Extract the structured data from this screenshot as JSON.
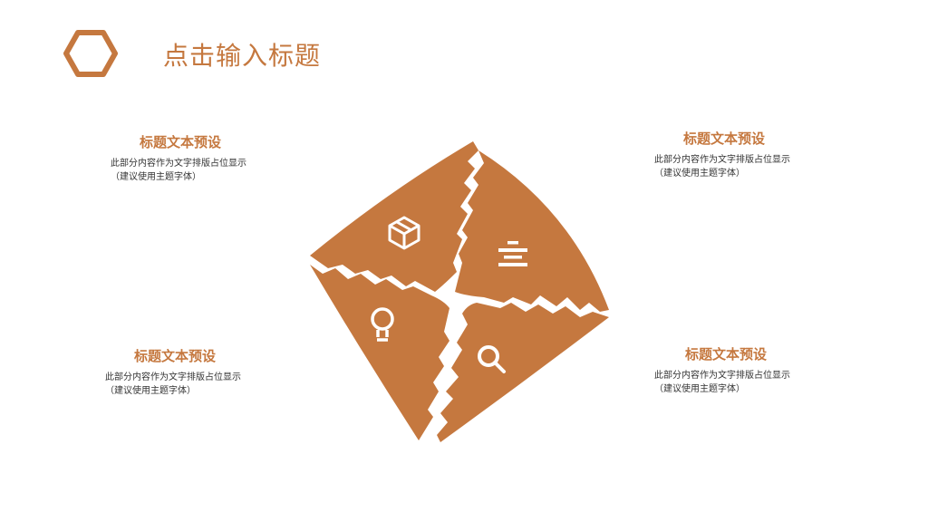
{
  "header": {
    "title": "点击输入标题",
    "accent_color": "#c5783f"
  },
  "blocks": [
    {
      "title": "标题文本预设",
      "line1": "此部分内容作为文字排版占位显示",
      "line2": "（建议使用主题字体）"
    },
    {
      "title": "标题文本预设",
      "line1": "此部分内容作为文字排版占位显示",
      "line2": "（建议使用主题字体）"
    },
    {
      "title": "标题文本预设",
      "line1": "此部分内容作为文字排版占位显示",
      "line2": "（建议使用主题字体）"
    },
    {
      "title": "标题文本预设",
      "line1": "此部分内容作为文字排版占位显示",
      "line2": "（建议使用主题字体）"
    }
  ],
  "diagram": {
    "fill_color": "#c5783f",
    "icons": [
      "cube-icon",
      "list-icon",
      "lightbulb-icon",
      "search-icon"
    ]
  }
}
